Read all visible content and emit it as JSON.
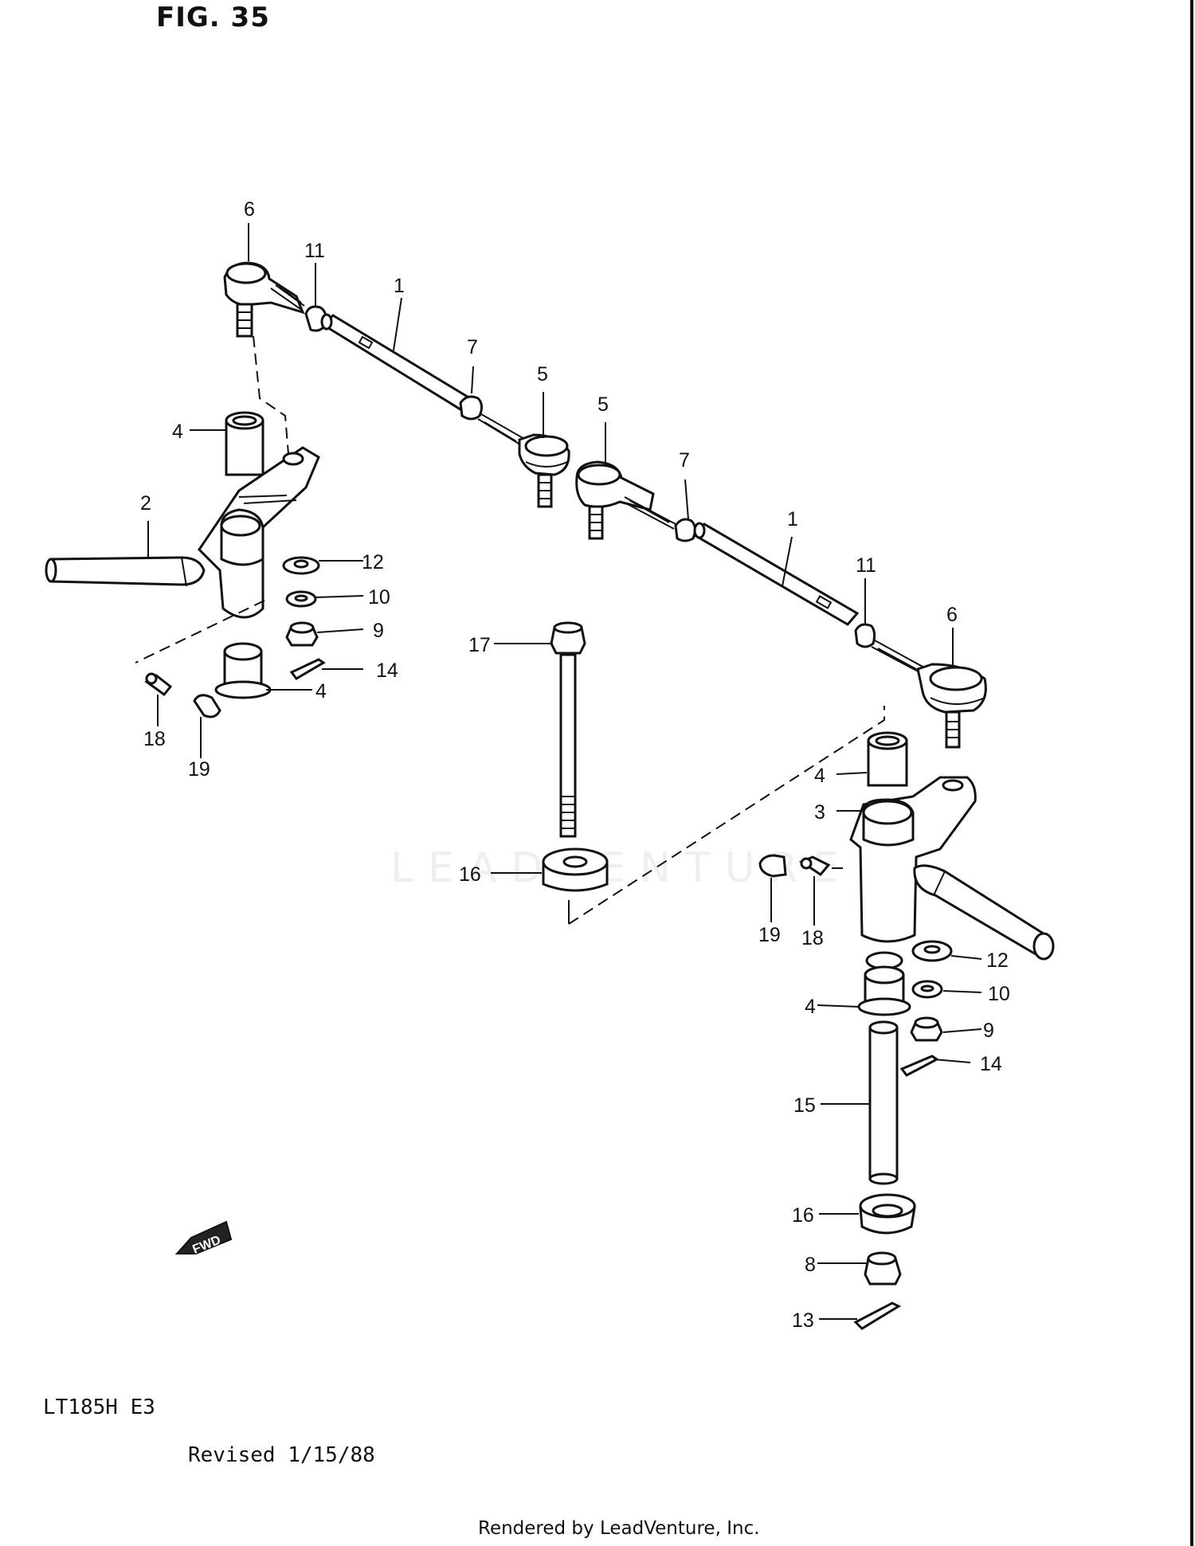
{
  "figure_title": "FIG. 35",
  "model_code": "LT185H E3",
  "revision": "Revised 1/15/88",
  "footer": "Rendered by LeadVenture, Inc.",
  "watermark": "LEADVENTURE",
  "fwd_badge": "FWD",
  "callouts": [
    {
      "id": "c1a",
      "text": "1"
    },
    {
      "id": "c1b",
      "text": "1"
    },
    {
      "id": "c2",
      "text": "2"
    },
    {
      "id": "c3",
      "text": "3"
    },
    {
      "id": "c4a",
      "text": "4"
    },
    {
      "id": "c4b",
      "text": "4"
    },
    {
      "id": "c4c",
      "text": "4"
    },
    {
      "id": "c4d",
      "text": "4"
    },
    {
      "id": "c5a",
      "text": "5"
    },
    {
      "id": "c5b",
      "text": "5"
    },
    {
      "id": "c6a",
      "text": "6"
    },
    {
      "id": "c6b",
      "text": "6"
    },
    {
      "id": "c7a",
      "text": "7"
    },
    {
      "id": "c7b",
      "text": "7"
    },
    {
      "id": "c8",
      "text": "8"
    },
    {
      "id": "c9a",
      "text": "9"
    },
    {
      "id": "c9b",
      "text": "9"
    },
    {
      "id": "c10a",
      "text": "10"
    },
    {
      "id": "c10b",
      "text": "10"
    },
    {
      "id": "c11a",
      "text": "11"
    },
    {
      "id": "c11b",
      "text": "11"
    },
    {
      "id": "c12a",
      "text": "12"
    },
    {
      "id": "c12b",
      "text": "12"
    },
    {
      "id": "c13",
      "text": "13"
    },
    {
      "id": "c14a",
      "text": "14"
    },
    {
      "id": "c14b",
      "text": "14"
    },
    {
      "id": "c15",
      "text": "15"
    },
    {
      "id": "c16a",
      "text": "16"
    },
    {
      "id": "c16b",
      "text": "16"
    },
    {
      "id": "c17",
      "text": "17"
    },
    {
      "id": "c18a",
      "text": "18"
    },
    {
      "id": "c18b",
      "text": "18"
    },
    {
      "id": "c19a",
      "text": "19"
    },
    {
      "id": "c19b",
      "text": "19"
    }
  ]
}
